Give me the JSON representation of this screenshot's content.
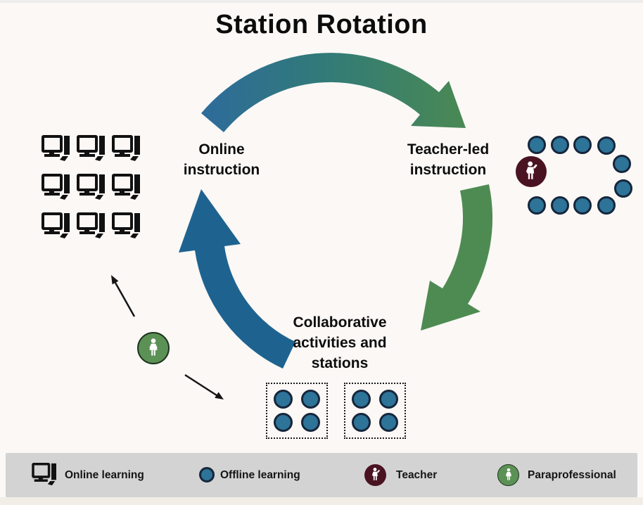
{
  "title": "Station Rotation",
  "nodes": {
    "online_instruction": {
      "lines": [
        "Online",
        "instruction"
      ]
    },
    "teacher_led_instruction": {
      "lines": [
        "Teacher-led",
        "instruction"
      ]
    },
    "collaborative": {
      "lines": [
        "Collaborative",
        "activities and",
        "stations"
      ]
    }
  },
  "counts": {
    "computers": 9,
    "horseshoe_students": 10,
    "station_boxes": 2,
    "circles_per_box": 4
  },
  "legend": {
    "online": {
      "icon": "computer-icon",
      "label": "Online learning"
    },
    "offline": {
      "icon": "offline-learning-dot",
      "label": "Offline learning"
    },
    "teacher": {
      "icon": "teacher-icon",
      "label": "Teacher"
    },
    "para": {
      "icon": "paraprofessional-icon",
      "label": "Paraprofessional"
    }
  },
  "colors": {
    "bg": "#FBF8F6",
    "ink": "#111111",
    "arrow-blue": "#1E6390",
    "arrow-green": "#4E8B52",
    "gradient-start": "#2E6B9B",
    "gradient-mid": "#317A79",
    "gradient-end": "#4A8953",
    "student-blue": "#2E7398",
    "student-border": "#16263B",
    "teacher-maroon": "#4A1322",
    "para-green": "#5C9155",
    "legend-bg": "#D3D3D3"
  }
}
